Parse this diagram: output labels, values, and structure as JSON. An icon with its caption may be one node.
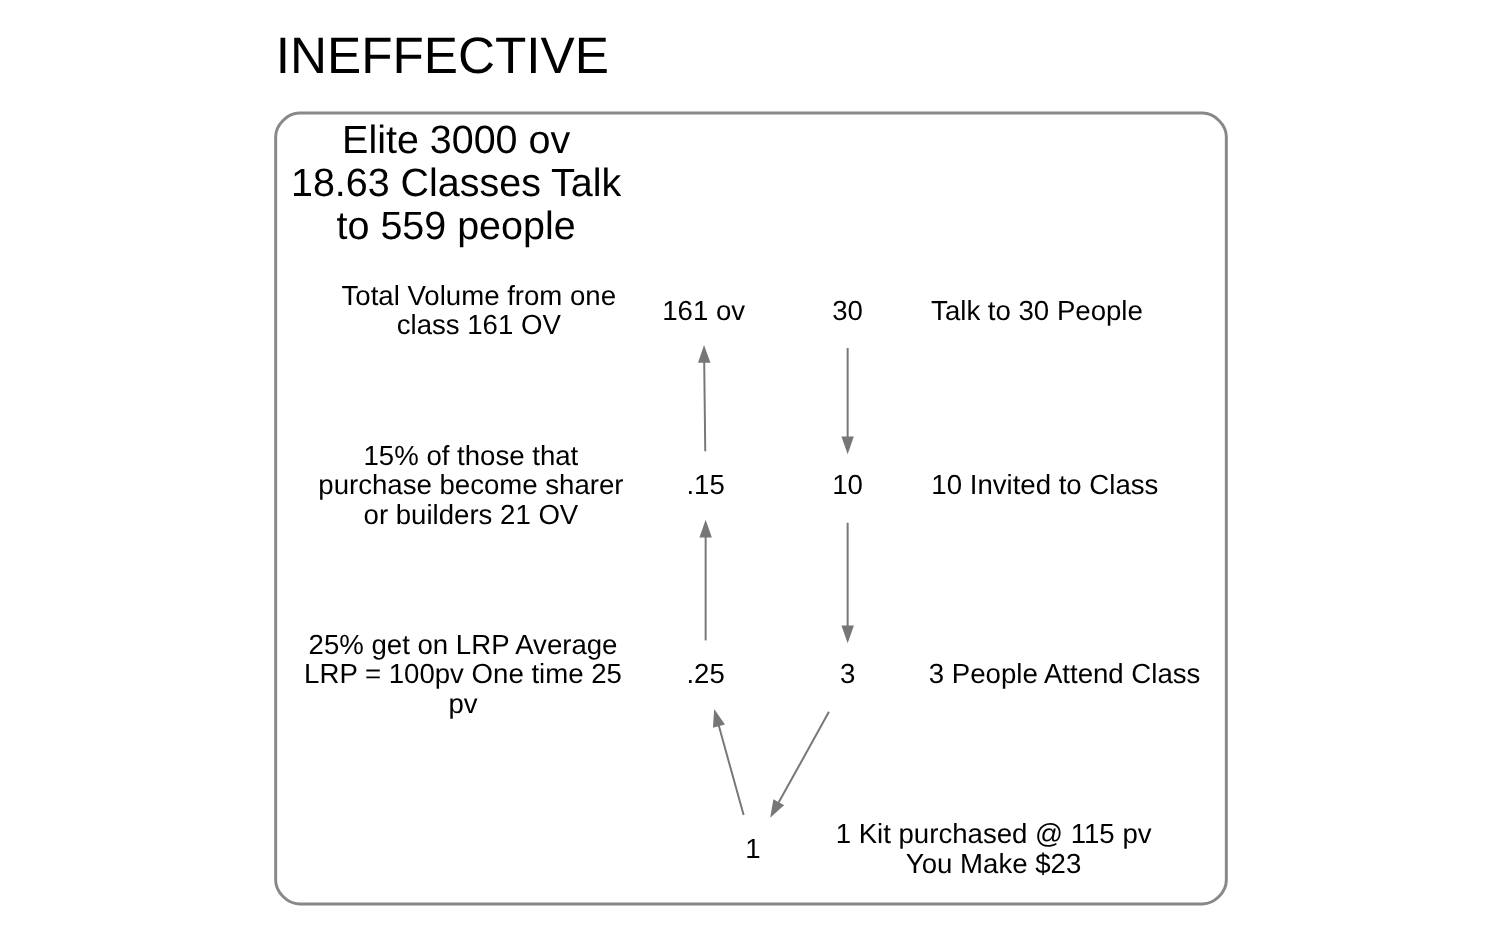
{
  "diagram": {
    "title": "INEFFECTIVE",
    "nodes": [
      {
        "text": [
          "Elite 3000 ov",
          "18.63 Classes Talk to 559 people"
        ]
      },
      {
        "text": [
          "30"
        ],
        "in": 0,
        "beside": [
          "Talk to 30 People"
        ]
      },
      {
        "text": [
          "10"
        ],
        "in": 0,
        "beside": [
          "10 Invited to Class"
        ]
      },
      {
        "text": [
          "3"
        ],
        "in": 0,
        "beside": [
          "3 People Attend Class"
        ]
      },
      {
        "text": [
          "1"
        ],
        "in": 0,
        "beside": [
          "1 Kit purchased @ 115 pv You Make $23"
        ]
      },
      {
        "text": [
          ".25"
        ],
        "in": 0,
        "beside": [
          "25% get on LRP Average LRP = 100pv One time 25 pv"
        ]
      },
      {
        "text": [
          ".15"
        ],
        "in": 0,
        "beside": [
          "15% of those that purchase become sharer or builders 21 OV"
        ]
      },
      {
        "text": [
          "161 ov"
        ],
        "in": 0,
        "beside": [
          "Total Volume from one class 161 OV"
        ]
      }
    ],
    "edges": [
      {
        "from": 1,
        "to": 2,
        "arrow": "to"
      },
      {
        "from": 2,
        "to": 3,
        "arrow": "to"
      },
      {
        "from": 3,
        "to": 4,
        "arrow": "to"
      },
      {
        "from": 4,
        "to": 5,
        "arrow": "to"
      },
      {
        "from": 5,
        "to": 6,
        "arrow": "to"
      },
      {
        "from": 6,
        "to": 7,
        "arrow": "to"
      }
    ]
  }
}
